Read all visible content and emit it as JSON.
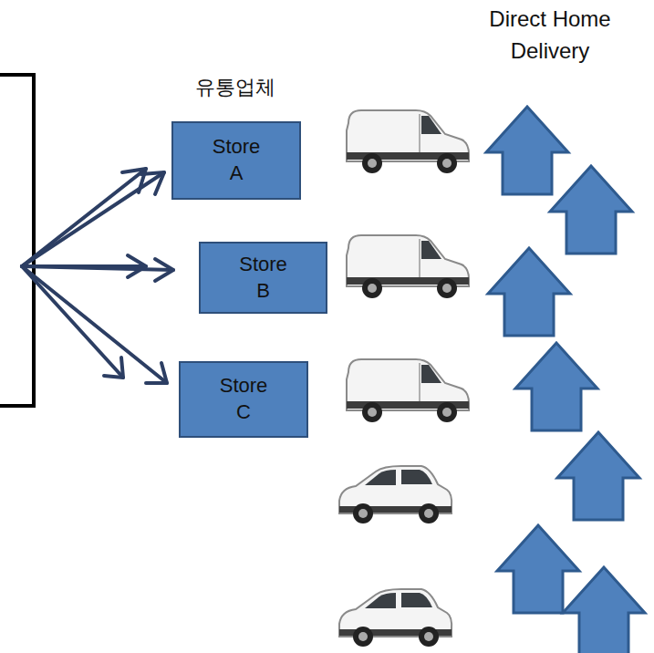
{
  "diagram": {
    "nodes": [
      {
        "text": [
          "Store A"
        ]
      },
      {
        "text": [
          "Store B"
        ]
      },
      {
        "text": [
          "Store C"
        ]
      }
    ],
    "labels": [
      "유통업체",
      "Direct Home Delivery"
    ]
  }
}
